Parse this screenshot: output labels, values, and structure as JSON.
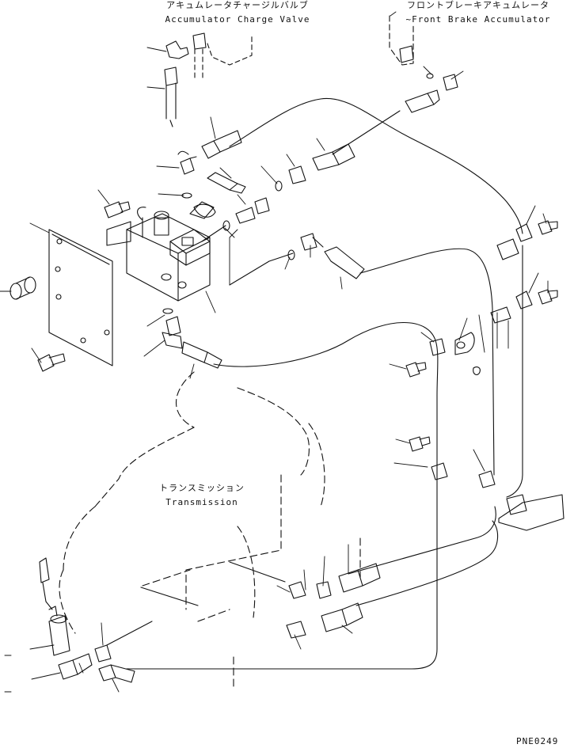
{
  "labels": {
    "accumulator_valve_jp": "アキュムレータチャージルバルブ",
    "accumulator_valve_en": "Accumulator Charge Valve",
    "front_brake_jp": "フロントブレーキアキュムレータ",
    "front_brake_en": "~Front Brake Accumulator",
    "transmission_jp": "トランスミッション",
    "transmission_en": "Transmission",
    "drawing_code": "PNE0249"
  },
  "colors": {
    "line": "#111111",
    "background": "#ffffff"
  }
}
